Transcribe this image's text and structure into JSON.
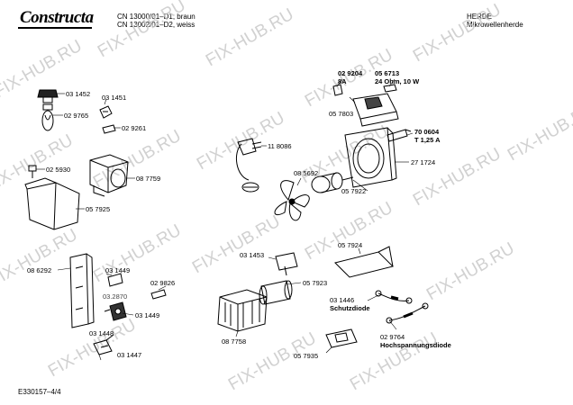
{
  "header": {
    "brand": "Constructa",
    "model_line_1": "CN 13000/01–D1, braun",
    "model_line_2": "CN 13002/01–D2, weiss",
    "maker": "HERDE",
    "category": "Mikrowellenherde"
  },
  "watermark": "FIX-HUB.RU",
  "footer": {
    "doc_id": "E330157–4/4"
  },
  "parts": [
    {
      "id": "p031452",
      "text": "03 1452"
    },
    {
      "id": "p031451",
      "text": "03 1451"
    },
    {
      "id": "p029765",
      "text": "02 9765"
    },
    {
      "id": "p029261",
      "text": "02 9261"
    },
    {
      "id": "p025930",
      "text": "02 5930"
    },
    {
      "id": "p087759",
      "text": "08 7759"
    },
    {
      "id": "p057925",
      "text": "05 7925"
    },
    {
      "id": "p118086",
      "text": "11 8086"
    },
    {
      "id": "p085692",
      "text": "08 5692"
    },
    {
      "id": "p057922",
      "text": "05 7922"
    },
    {
      "id": "p029204",
      "text": "02 9204"
    },
    {
      "id": "p8a",
      "text": "8A"
    },
    {
      "id": "p056713",
      "text": "05 6713"
    },
    {
      "id": "p24ohm",
      "text": "24 Ohm, 10 W"
    },
    {
      "id": "p057803",
      "text": "05 7803"
    },
    {
      "id": "p700604",
      "text": "70 0604"
    },
    {
      "id": "pt125a",
      "text": "T 1,25 A"
    },
    {
      "id": "p271724",
      "text": "27 1724"
    },
    {
      "id": "p086292",
      "text": "08 6292"
    },
    {
      "id": "p031449a",
      "text": "03 1449"
    },
    {
      "id": "p032870",
      "text": "03.2870"
    },
    {
      "id": "p031449b",
      "text": "03 1449"
    },
    {
      "id": "p029826",
      "text": "02 9826"
    },
    {
      "id": "p031448",
      "text": "03 1448"
    },
    {
      "id": "p031447",
      "text": "03 1447"
    },
    {
      "id": "p031453",
      "text": "03 1453"
    },
    {
      "id": "p057924",
      "text": "05 7924"
    },
    {
      "id": "p057923",
      "text": "05 7923"
    },
    {
      "id": "p087758",
      "text": "08 7758"
    },
    {
      "id": "p031446",
      "text": "03 1446"
    },
    {
      "id": "pschutz",
      "text": "Schutzdiode"
    },
    {
      "id": "p057935",
      "text": "05 7935"
    },
    {
      "id": "p029764",
      "text": "02 9764"
    },
    {
      "id": "phochsp",
      "text": "Hochspannungsdiode"
    }
  ]
}
